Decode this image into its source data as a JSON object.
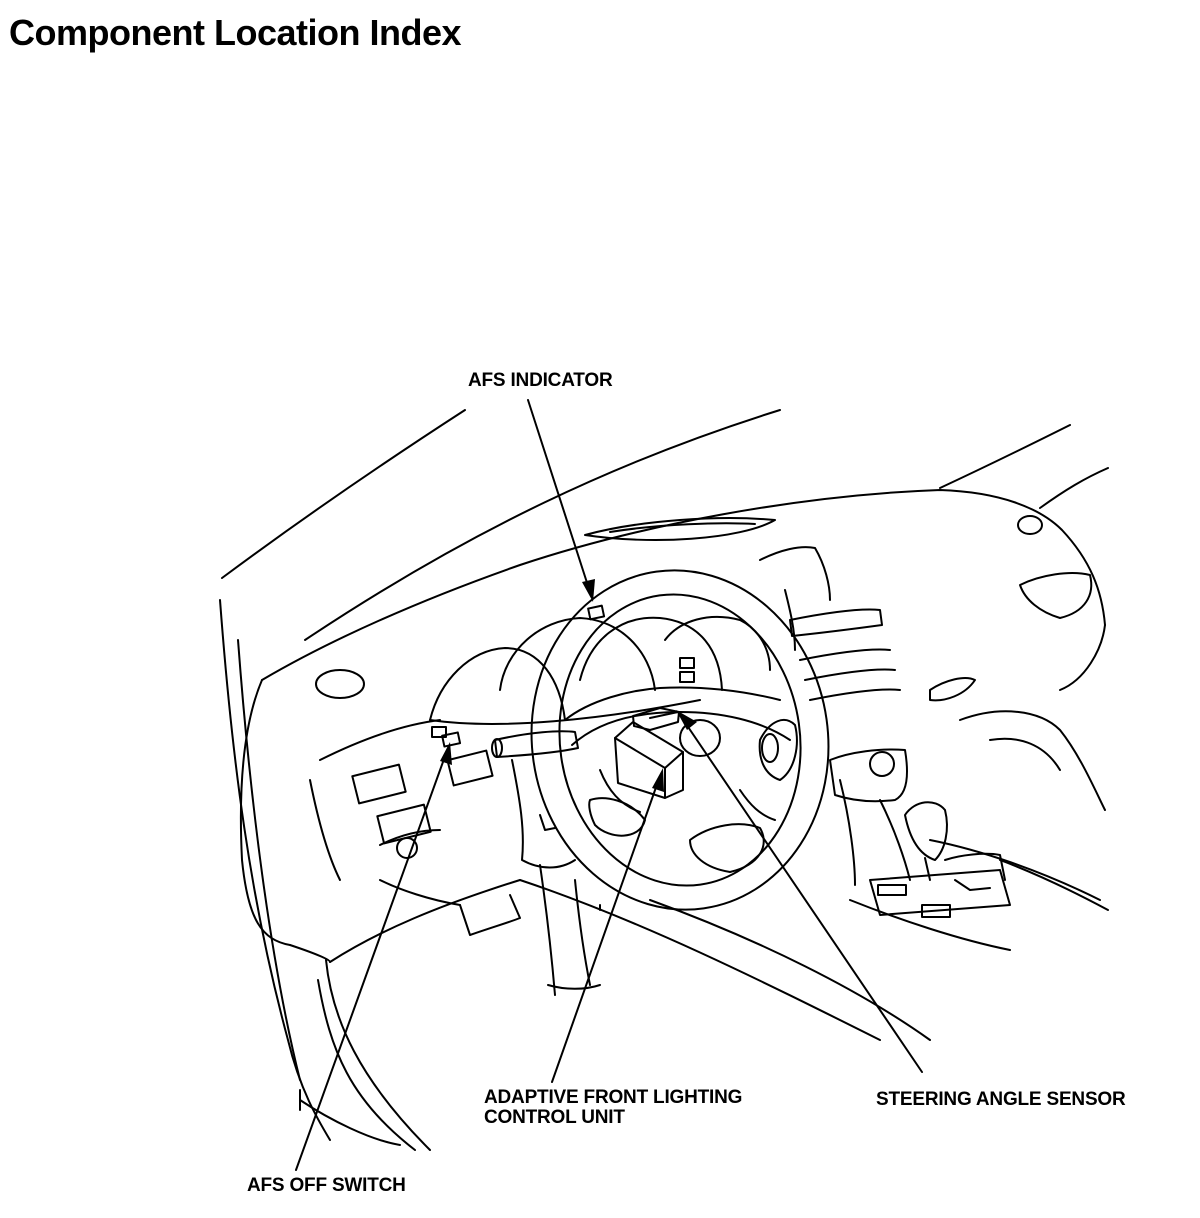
{
  "page": {
    "title": "Component Location Index"
  },
  "callouts": {
    "afs_indicator": "AFS INDICATOR",
    "control_unit": "ADAPTIVE FRONT LIGHTING\nCONTROL UNIT",
    "steering_angle_sensor": "STEERING ANGLE SENSOR",
    "afs_off_switch": "AFS OFF SWITCH"
  }
}
